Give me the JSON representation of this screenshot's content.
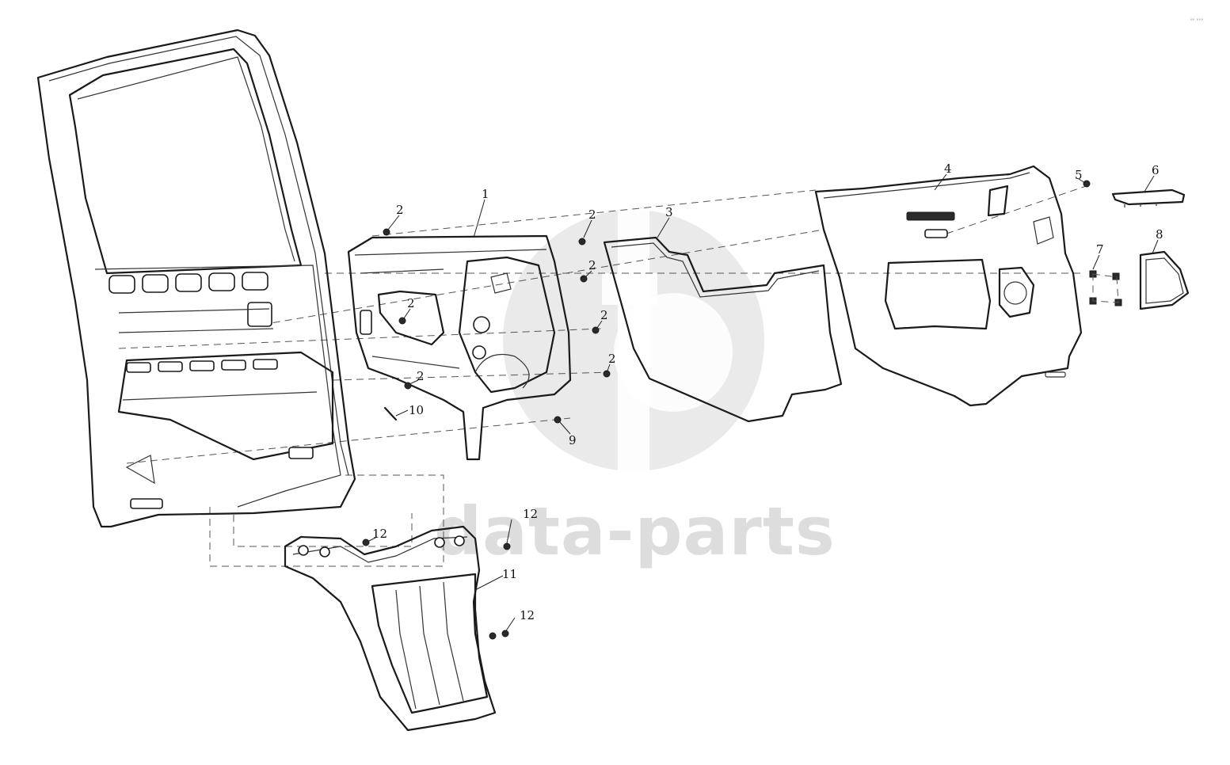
{
  "watermark": {
    "text": "data-parts"
  },
  "corner_mark": "⁰° °°°",
  "parts": [
    {
      "id": "door-frame",
      "icon": "door-frame-icon"
    },
    {
      "id": "inner-panel",
      "icon": "inner-panel-icon"
    },
    {
      "id": "membrane",
      "icon": "membrane-sheet-icon"
    },
    {
      "id": "trim-panel",
      "icon": "trim-panel-icon"
    },
    {
      "id": "trim-cap",
      "icon": "trim-cap-icon"
    },
    {
      "id": "speaker-cover",
      "icon": "speaker-cover-icon"
    },
    {
      "id": "step-cover",
      "icon": "step-cover-icon"
    }
  ],
  "callouts": [
    {
      "label": "1"
    },
    {
      "label": "2"
    },
    {
      "label": "2"
    },
    {
      "label": "2"
    },
    {
      "label": "2"
    },
    {
      "label": "2"
    },
    {
      "label": "2"
    },
    {
      "label": "2"
    },
    {
      "label": "3"
    },
    {
      "label": "4"
    },
    {
      "label": "5"
    },
    {
      "label": "6"
    },
    {
      "label": "7"
    },
    {
      "label": "8"
    },
    {
      "label": "9"
    },
    {
      "label": "10"
    },
    {
      "label": "11"
    },
    {
      "label": "12"
    },
    {
      "label": "12"
    },
    {
      "label": "12"
    }
  ]
}
